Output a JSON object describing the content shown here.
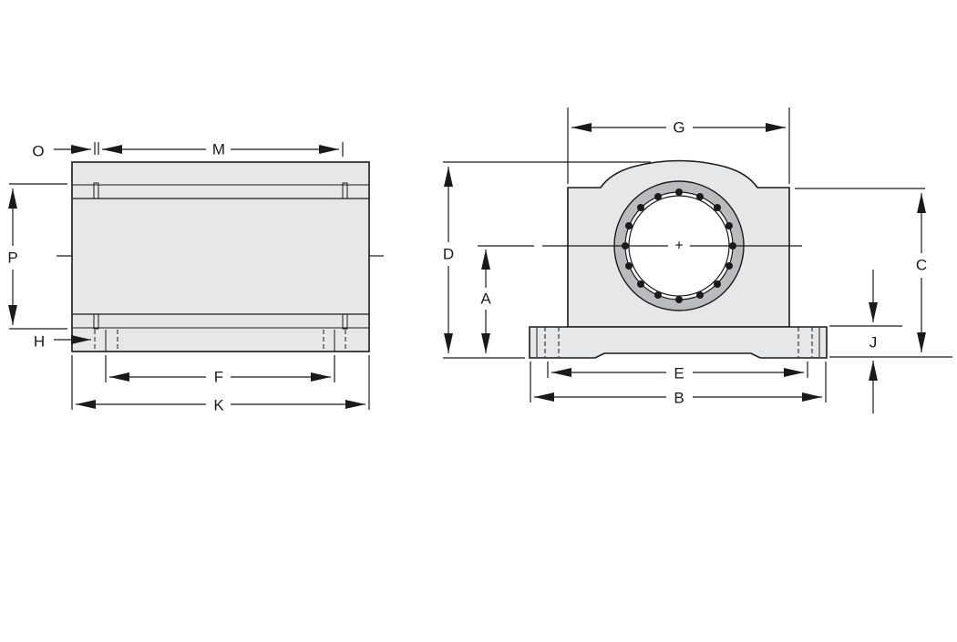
{
  "diagram": {
    "title": "Linear bearing pillow block dimension drawing",
    "colors": {
      "background": "#ffffff",
      "housing": "#e6e7e9",
      "bearing_ring": "#b9bbbe",
      "line": "#1a1a1a"
    },
    "side_view": {
      "name": "Side view",
      "labels": {
        "O": "O",
        "M": "M",
        "P": "P",
        "H": "H",
        "F": "F",
        "K": "K"
      }
    },
    "end_view": {
      "name": "End view",
      "labels": {
        "G": "G",
        "D": "D",
        "A": "A",
        "C": "C",
        "J": "J",
        "E": "E",
        "B": "B"
      },
      "center_mark": "+"
    }
  }
}
